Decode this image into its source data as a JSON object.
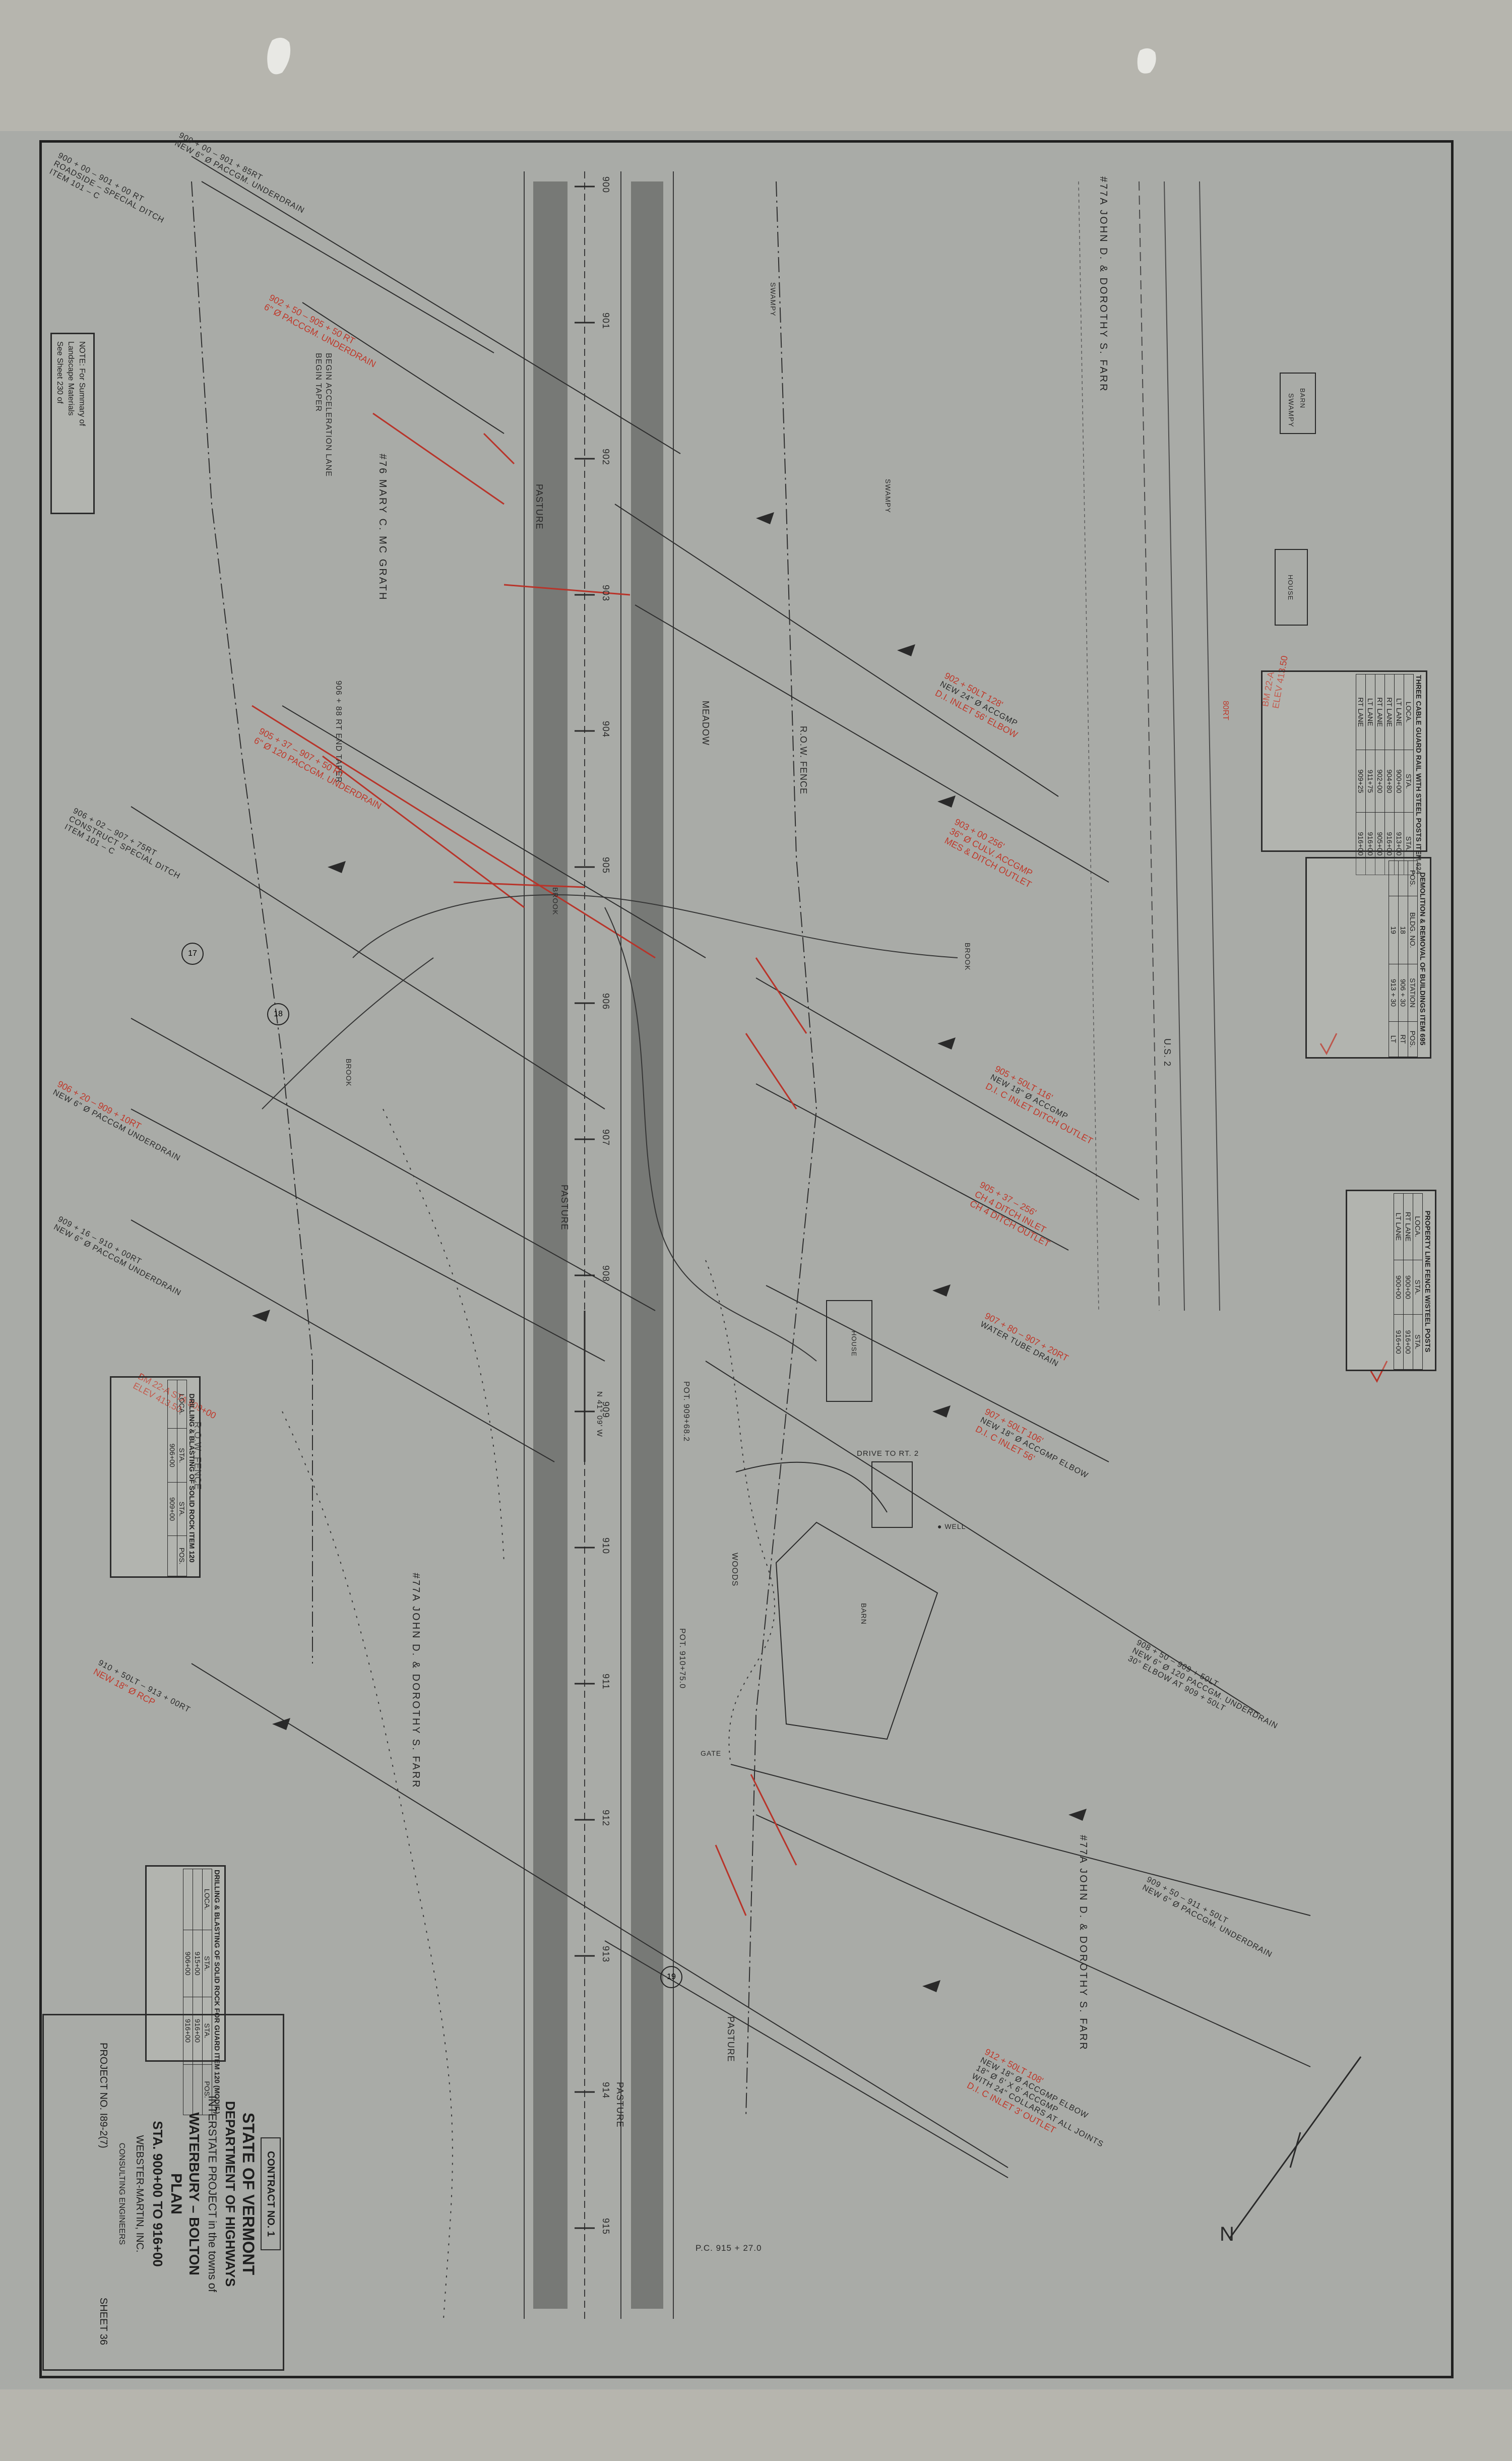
{
  "sheet": {
    "background": "#a7a9a5",
    "ink_color": "#2a2a2a",
    "redline_color": "#c0392b"
  },
  "title_block": {
    "contract": "CONTRACT NO. 1",
    "state": "STATE OF VERMONT",
    "department": "DEPARTMENT OF HIGHWAYS",
    "project_line": "INTERSTATE PROJECT in the towns of",
    "towns": "WATERBURY – BOLTON",
    "plan": "PLAN",
    "stations": "STA. 900+00 TO 916+00",
    "consultant": "WEBSTER-MARTIN, INC.",
    "consultant_sub": "CONSULTING ENGINEERS",
    "project_no": "PROJECT NO. I89-2(7)",
    "sheet_no": "SHEET 36"
  },
  "note": {
    "line1": "NOTE: For Summary of",
    "line2": "Landscape Materials",
    "line3": "See Sheet 230 of"
  },
  "owners": {
    "farr_top": "#77A JOHN D. & DOROTHY S. FARR",
    "mcgrath": "#76 MARY C. MC GRATH",
    "farr_mid": "#77A JOHN D. & DOROTHY S. FARR",
    "farr_bottom": "#77A JOHN D. & DOROTHY S. FARR"
  },
  "labels": {
    "pasture_1": "PASTURE",
    "pasture_2": "PASTURE",
    "pasture_3": "PASTURE",
    "pasture_4": "PASTURE",
    "meadow": "MEADOW",
    "swampy_1": "SWAMPY",
    "swampy_2": "SWAMPY",
    "swampy_3": "SWAMPY",
    "house_1": "HOUSE",
    "house_2": "HOUSE",
    "barn_1": "BARN",
    "barn_2": "BARN",
    "woods": "WOODS",
    "brook_1": "BROOK",
    "brook_2": "BROOK",
    "brook_3": "BROOK",
    "drive": "DRIVE TO RT. 2",
    "row_fence_1": "R.O.W. FENCE",
    "row_fence_2": "R.O.W. FENCE",
    "us2": "U.S. 2",
    "gate": "GATE",
    "well": "● WELL",
    "north": "N",
    "pc": "P.C. 915 + 27.0",
    "pot_1": "POT. 909+68.2",
    "pot_2": "POT. 910+75.0",
    "accel": "BEGIN ACCELERATION LANE",
    "begin_taper": "BEGIN TAPER",
    "end_taper": "906 + 88 RT END TAPER",
    "bearing": "N 41° 09' W"
  },
  "stations": [
    "900",
    "901",
    "902",
    "903",
    "904",
    "905",
    "906",
    "907",
    "908",
    "909",
    "910",
    "911",
    "912",
    "913",
    "914",
    "915"
  ],
  "callouts": {
    "c1a": "900 + 00 – 901 + 00 RT",
    "c1b": "ROADSIDE – SPECIAL DITCH",
    "c1c": "ITEM 101 – C",
    "c2a": "900 + 00 – 901 + 85RT",
    "c2b": "NEW 6\" Ø PACCGM. UNDERDRAIN",
    "c3a": "902 + 50 – 905 + 50 RT",
    "c3b": "6\" Ø PACCGM. UNDERDRAIN",
    "c4a": "902 + 50LT 128'",
    "c4b": "NEW 24\" Ø ACCGMP",
    "c4c": "D.I. INLET 56' ELBOW",
    "c5a": "903 + 00 256'",
    "c5b": "36\" Ø CULV. ACCGMP",
    "c5c": "MES & DITCH OUTLET",
    "c6a": "905 + 50LT 116'",
    "c6b": "NEW 18\" Ø ACCGMP",
    "c6c": "D.I. C INLET DITCH OUTLET",
    "c7a": "905 + 37 – 907 + 50 RT",
    "c7b": "6\" Ø 120 PACCGM. UNDERDRAIN",
    "c8a": "906 + 02 – 907 + 75RT",
    "c8b": "CONSTRUCT SPECIAL DITCH",
    "c8c": "ITEM 101 – C",
    "c9a": "905 + 37 – 256'",
    "c9b": "CH 4 DITCH INLET",
    "c9c": "CH 4 DITCH OUTLET",
    "c10a": "906 + 20 – 909 + 10RT",
    "c10b": "NEW 6\" Ø PACCGM UNDERDRAIN",
    "c11a": "907 + 80 – 907 + 20RT",
    "c11b": "WATER TUBE DRAIN",
    "c12a": "907 + 50LT 106'",
    "c12b": "NEW 18\" Ø ACCGMP ELBOW",
    "c12c": "D.I. C INLET 56'",
    "c13a": "909 + 16 – 910 + 00RT",
    "c13b": "NEW 6\" Ø PACCGM UNDERDRAIN",
    "c14a": "908 + 50 – 909 + 50LT",
    "c14b": "NEW 6\" Ø 120 PACCGM. UNDERDRAIN",
    "c14c": "30° ELBOW AT 909 + 50LT",
    "c15a": "BM 22-A STA 909+00",
    "c15b": "ELEV 413.50",
    "c16a": "910 + 50LT – 913 + 00RT",
    "c16b": "NEW 18\" Ø RCP",
    "c17a": "909 + 50 – 911 + 50LT",
    "c17b": "NEW 6\" Ø PACCGM. UNDERDRAIN",
    "c18a": "912 + 50LT 108'",
    "c18b": "NEW 18\" Ø ACCGMP ELBOW",
    "c18c": "18\" Ø 6' X 6' ACCGMP",
    "c18d": "WITH 24\" COLLARS AT ALL JOINTS",
    "c18e": "D.I. C INLET 3' OUTLET",
    "bm_top_a": "BM 22-A",
    "bm_top_b": "ELEV 413.50",
    "ex_mark": "80RT"
  },
  "tables": {
    "guardrail": {
      "title": "THREE CABLE GUARD RAIL WITH STEEL POSTS ITEM 624",
      "headers": [
        "LOCA.",
        "STA.",
        "STA."
      ],
      "rows": [
        [
          "LT LANE",
          "900+00",
          "913+00"
        ],
        [
          "RT LANE",
          "904+80",
          "916+00"
        ],
        [
          "RT LANE",
          "902+00",
          "905+00"
        ],
        [
          "LT LANE",
          "911+75",
          "916+00"
        ],
        [
          "RT LANE",
          "909+25",
          "916+00"
        ]
      ]
    },
    "demolition": {
      "title": "DEMOLITION & REMOVAL OF BUILDINGS ITEM 695",
      "headers": [
        "POS.",
        "BLDG. NO.",
        "STATION",
        "POS."
      ],
      "rows": [
        [
          "",
          "18",
          "906 + 30",
          "RT"
        ],
        [
          "",
          "19",
          "913 + 30",
          "LT"
        ]
      ]
    },
    "fence": {
      "title": "PROPERTY LINE FENCE W/STEEL POSTS",
      "headers": [
        "LOCA.",
        "STA.",
        "STA."
      ],
      "rows": [
        [
          "RT LANE",
          "900+00",
          "916+00"
        ],
        [
          "LT LANE",
          "900+00",
          "916+00"
        ]
      ]
    },
    "clearing1": {
      "title": "DRILLING & BLASTING OF SOLID ROCK ITEM 120",
      "headers": [
        "LOCA.",
        "STA.",
        "STA.",
        "POS."
      ],
      "rows": [
        [
          "",
          "906+00",
          "909+00",
          ""
        ]
      ]
    },
    "clearing2": {
      "title": "DRILLING & BLASTING OF SOLID ROCK FOR GUARD ITEM 120 (MODIF.)",
      "headers": [
        "LOCA.",
        "STA.",
        "STA.",
        "POS."
      ],
      "rows": [
        [
          "",
          "915+00",
          "916+00",
          ""
        ],
        [
          "",
          "906+00",
          "916+00",
          ""
        ]
      ]
    }
  },
  "buildings": {
    "b18": "18",
    "b19": "19",
    "b17": "17"
  }
}
